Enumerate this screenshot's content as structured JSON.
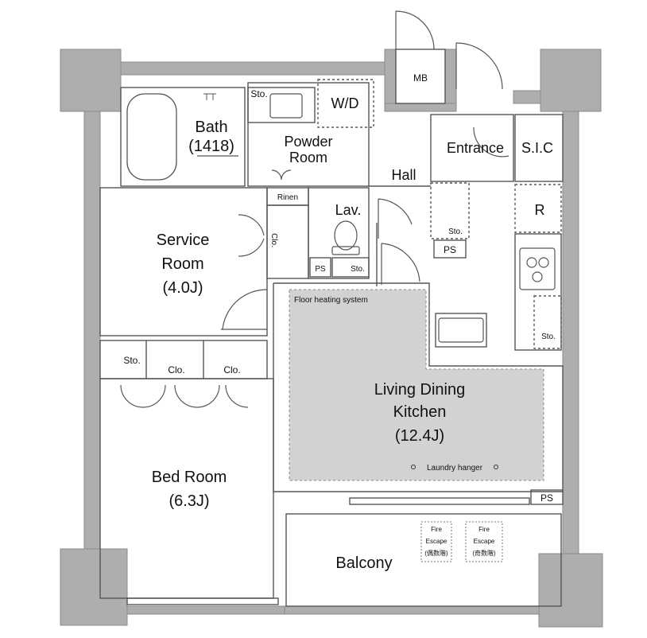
{
  "rooms": {
    "bath": {
      "name": "Bath",
      "size": "(1418)"
    },
    "powder_room": {
      "line1": "Powder",
      "line2": "Room"
    },
    "wd": "W/D",
    "mb": "MB",
    "entrance": "Entrance",
    "sic": "S.I.C",
    "hall": "Hall",
    "service_room": {
      "line1": "Service",
      "line2": "Room",
      "size": "(4.0J)"
    },
    "rinen": "Rinen",
    "lav": "Lav.",
    "clo_service": "Clo.",
    "ps_lav": "PS",
    "sto_lav": "Sto.",
    "sto_bath": "Sto.",
    "sto_entry": "Sto.",
    "ps_entry": "PS",
    "r": "R",
    "sto_kitchen": "Sto.",
    "floor_heating": "Floor heating system",
    "ldk": {
      "line1": "Living Dining",
      "line2": "Kitchen",
      "size": "(12.4J)"
    },
    "laundry_hanger": "Laundry hanger",
    "bed_sto": "Sto.",
    "bed_clo1": "Clo.",
    "bed_clo2": "Clo.",
    "bed_room": {
      "name": "Bed Room",
      "size": "(6.3J)"
    },
    "ps_balcony": "PS",
    "balcony": "Balcony",
    "fire_escape_1": {
      "line1": "Fire",
      "line2": "Escape",
      "line3": "(偶数階)"
    },
    "fire_escape_2": {
      "line1": "Fire",
      "line2": "Escape",
      "line3": "(奇数階)"
    }
  },
  "colors": {
    "wall": "#aeaeae",
    "wall_edge": "#7a7a7a",
    "line": "#555555",
    "ldk_floor": "#d2d2d2"
  }
}
